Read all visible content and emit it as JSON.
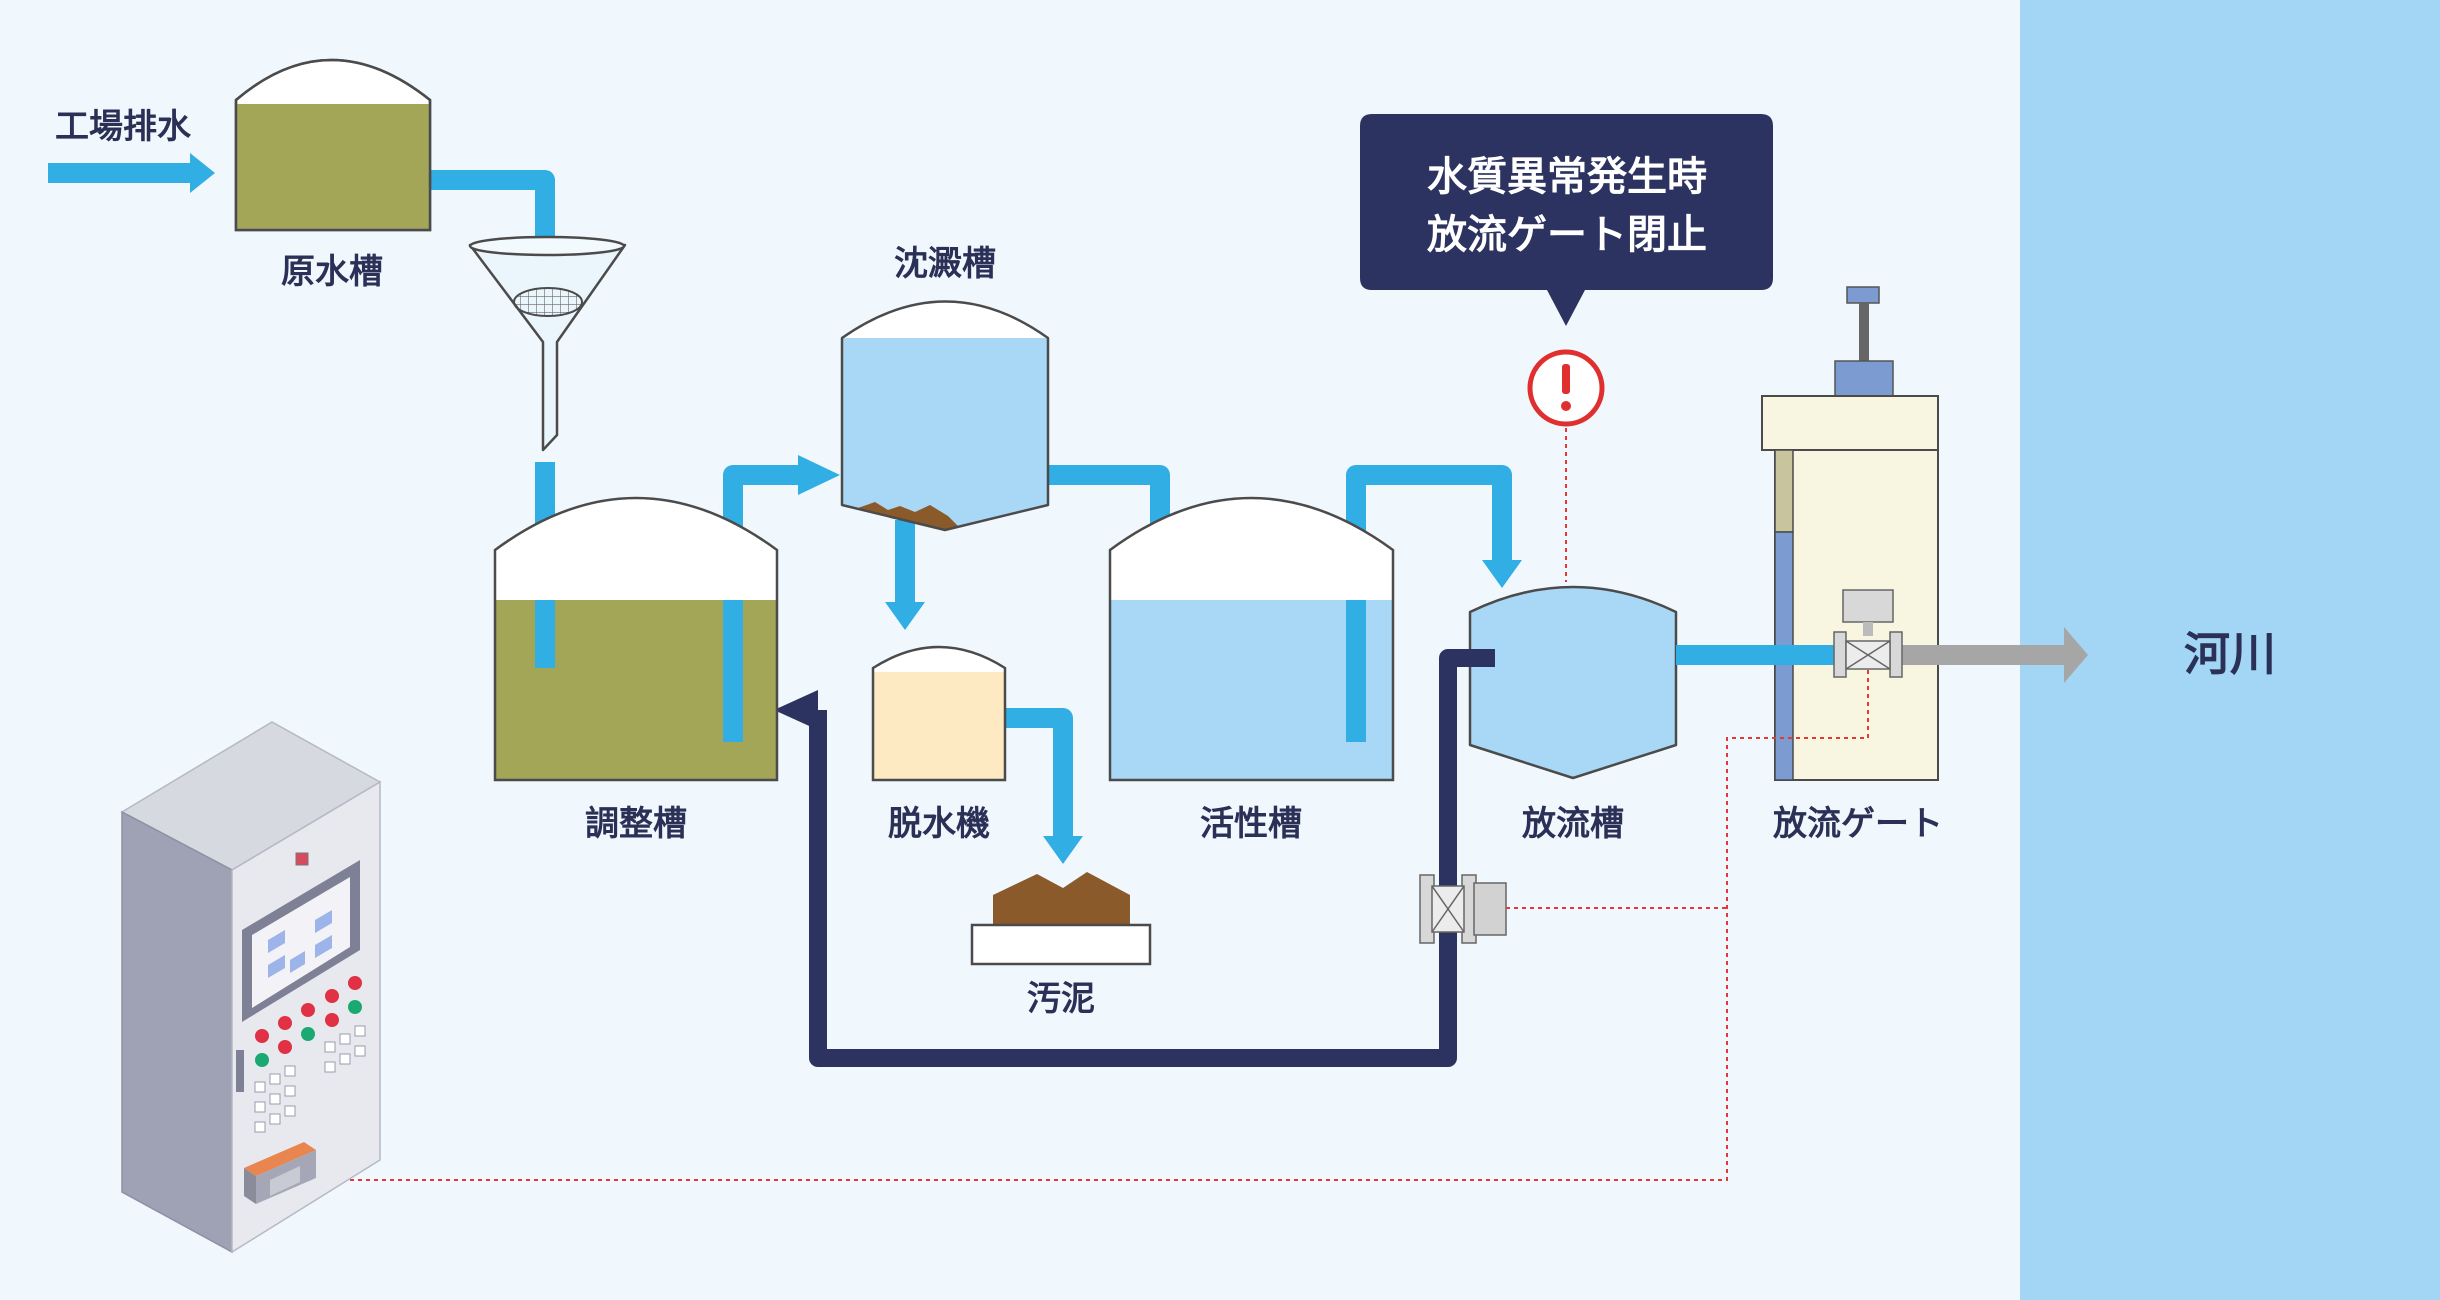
{
  "labels": {
    "factory_wastewater": "工場排水",
    "raw_water_tank": "原水槽",
    "adjustment_tank": "調整槽",
    "sedimentation_tank": "沈澱槽",
    "dehydrator": "脱水機",
    "sludge": "汚泥",
    "activated_tank": "活性槽",
    "discharge_tank": "放流槽",
    "discharge_gate": "放流ゲート",
    "river": "河川"
  },
  "callout": {
    "line1": "水質異常発生時",
    "line2": "放流ゲート閉止"
  },
  "alert_icon": "exclamation-circle-icon",
  "colors": {
    "background": "#f1f8fd",
    "river": "#a3d5f5",
    "flow_arrow": "#31aee3",
    "return_pipe": "#2c3360",
    "raw_water": "#a3a657",
    "clean_water": "#a8d8f5",
    "sludge": "#8a5a2b",
    "label_text": "#2b3156",
    "callout_bg": "#2c3360",
    "alert": "#e02f2f",
    "signal_line": "#e53935"
  }
}
